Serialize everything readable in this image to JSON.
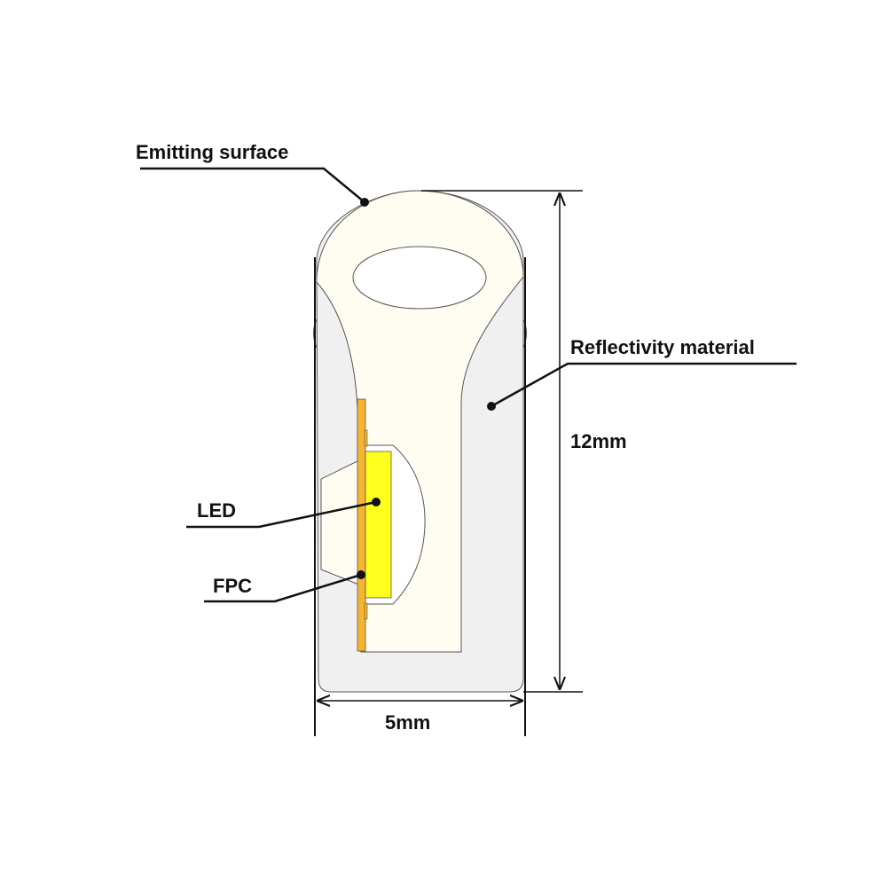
{
  "labels": {
    "emitting_surface": "Emitting surface",
    "reflectivity_material": "Reflectivity material",
    "led": "LED",
    "fpc": "FPC",
    "height_dimension": "12mm",
    "width_dimension": "5mm"
  },
  "colors": {
    "emitting_body": "#fffdf2",
    "reflective_body": "#f0f0f0",
    "led": "#ffff1e",
    "fpc": "#f5b530",
    "outline": "#555555"
  }
}
